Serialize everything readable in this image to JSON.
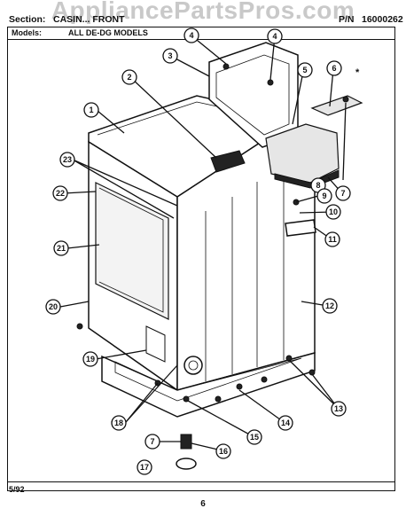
{
  "watermark": "AppliancePartsPros.com",
  "header": {
    "section_label": "Section:",
    "section_value": "CASIN... FRONT",
    "pn_label": "P/N",
    "pn_value": "16000262"
  },
  "models": {
    "label": "Models:",
    "value": "ALL DE-DG MODELS"
  },
  "footer": {
    "date": "5/92",
    "page": "6"
  },
  "callouts": [
    "1",
    "2",
    "3",
    "4",
    "4",
    "5",
    "6",
    "*",
    "7",
    "8",
    "9",
    "10",
    "11",
    "12",
    "13",
    "14",
    "15",
    "16",
    "7",
    "17",
    "18",
    "19",
    "20",
    "21",
    "22",
    "23"
  ]
}
